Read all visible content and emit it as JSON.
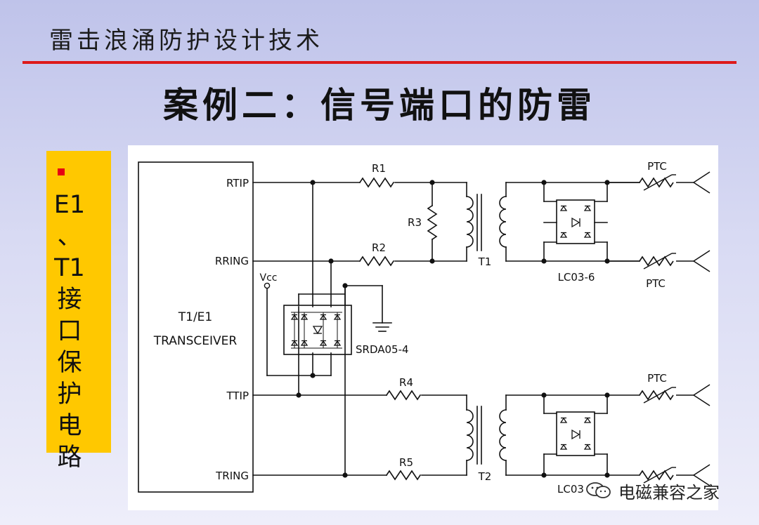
{
  "header": {
    "title": "雷击浪涌防护设计技术"
  },
  "slide": {
    "title": "案例二：信号端口的防雷"
  },
  "side_label": "E1\n、\nT1\n接\n口\n保\n护\n电\n路",
  "diagram": {
    "transceiver": {
      "line1": "T1/E1",
      "line2": "TRANSCEIVER"
    },
    "pins": {
      "rtip": "RTIP",
      "rring": "RRING",
      "ttip": "TTIP",
      "tring": "TRING"
    },
    "vcc": "Vcc",
    "resistors": {
      "r1": "R1",
      "r2": "R2",
      "r3": "R3",
      "r4": "R4",
      "r5": "R5"
    },
    "transformers": {
      "t1": "T1",
      "t2": "T2"
    },
    "protectors": {
      "srda": "SRDA05-4",
      "lc_top": "LC03-6",
      "lc_bottom": "LC03"
    },
    "ptc": {
      "a": "PTC",
      "b": "PTC",
      "c": "PTC"
    }
  },
  "watermark": {
    "text": "电磁兼容之家",
    "icon": "wechat-icon"
  },
  "colors": {
    "accent_rule": "#dd1a1a",
    "side_box": "#ffc800",
    "bullet": "#e60012"
  }
}
